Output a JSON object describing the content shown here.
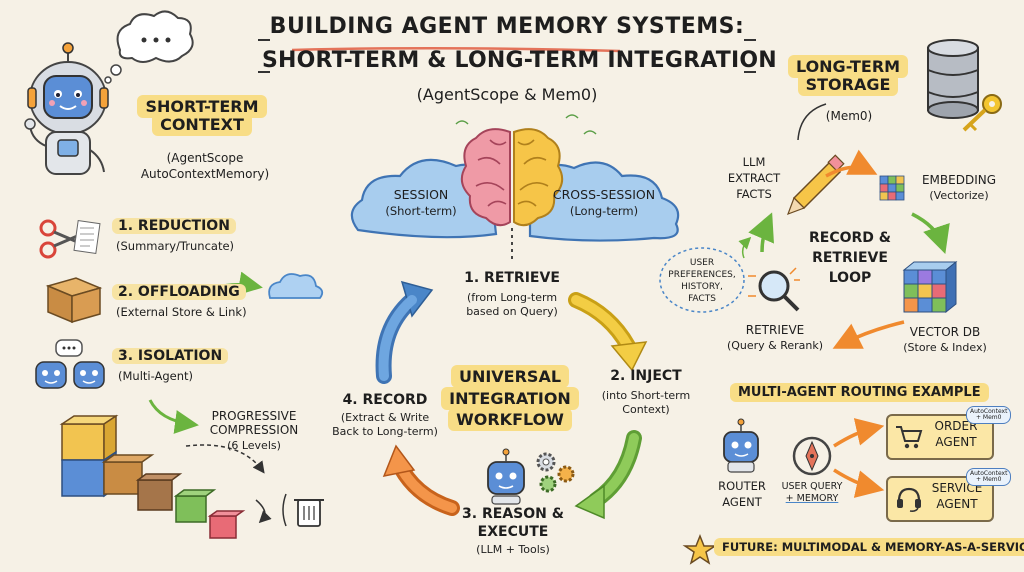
{
  "title": {
    "line1": "BUILDING AGENT MEMORY SYSTEMS:",
    "line2": "SHORT-TERM & LONG-TERM INTEGRATION",
    "line3": "(AgentScope & Mem0)"
  },
  "short_term": {
    "title_l1": "SHORT-TERM",
    "title_l2": "CONTEXT",
    "sub_l1": "(AgentScope",
    "sub_l2": "AutoContextMemory)",
    "items": [
      {
        "label": "1. REDUCTION",
        "sub": "(Summary/Truncate)"
      },
      {
        "label": "2. OFFLOADING",
        "sub": "(External Store & Link)"
      },
      {
        "label": "3. ISOLATION",
        "sub": "(Multi-Agent)"
      }
    ],
    "compression_l1": "PROGRESSIVE",
    "compression_l2": "COMPRESSION",
    "compression_l3": "(6 Levels)"
  },
  "brain": {
    "session_l1": "SESSION",
    "session_l2": "(Short-term)",
    "cross_l1": "CROSS-SESSION",
    "cross_l2": "(Long-term)"
  },
  "workflow": {
    "center_l1": "UNIVERSAL",
    "center_l2": "INTEGRATION",
    "center_l3": "WORKFLOW",
    "step1_l1": "1. RETRIEVE",
    "step1_l2": "(from Long-term",
    "step1_l3": "based on Query)",
    "step2_l1": "2. INJECT",
    "step2_l2": "(into Short-term",
    "step2_l3": "Context)",
    "step3_l1": "3. REASON &",
    "step3_l2": "EXECUTE",
    "step3_l3": "(LLM + Tools)",
    "step4_l1": "4. RECORD",
    "step4_l2": "(Extract & Write",
    "step4_l3": "Back to Long-term)"
  },
  "long_term": {
    "title_l1": "LONG-TERM",
    "title_l2": "STORAGE",
    "sub": "(Mem0)",
    "llm_l1": "LLM",
    "llm_l2": "EXTRACT",
    "llm_l3": "FACTS",
    "embed_l1": "EMBEDDING",
    "embed_l2": "(Vectorize)",
    "loop_l1": "RECORD &",
    "loop_l2": "RETRIEVE",
    "loop_l3": "LOOP",
    "prefs_l1": "USER",
    "prefs_l2": "PREFERENCES,",
    "prefs_l3": "HISTORY,",
    "prefs_l4": "FACTS",
    "retrieve_l1": "RETRIEVE",
    "retrieve_l2": "(Query & Rerank)",
    "vdb_l1": "VECTOR DB",
    "vdb_l2": "(Store & Index)"
  },
  "routing": {
    "title": "MULTI-AGENT ROUTING EXAMPLE",
    "router_l1": "ROUTER",
    "router_l2": "AGENT",
    "query_l1": "USER QUERY",
    "query_l2": "+ MEMORY",
    "order_l1": "ORDER",
    "order_l2": "AGENT",
    "service_l1": "SERVICE",
    "service_l2": "AGENT",
    "tag_l1": "AutoContext",
    "tag_l2": "+ Mem0"
  },
  "future": "FUTURE: MULTIMODAL & MEMORY-AS-A-SERVICE!",
  "colors": {
    "background": "#f6f1e6",
    "highlight": "#f8dd86",
    "blue_arrow": "#4a86c8",
    "yellow_arrow": "#f0c430",
    "green_arrow": "#7cc04a",
    "orange_arrow": "#f08a2e"
  },
  "icons": [
    "robot-icon",
    "thought-bubble-icon",
    "scissors-icon",
    "box-icon",
    "cloud-icon",
    "chat-icon",
    "trash-icon",
    "brain-icon",
    "gear-icon",
    "database-icon",
    "key-icon",
    "pencil-icon",
    "cube-icon",
    "magnifier-icon",
    "compass-icon",
    "cart-icon",
    "headset-icon",
    "star-icon"
  ]
}
